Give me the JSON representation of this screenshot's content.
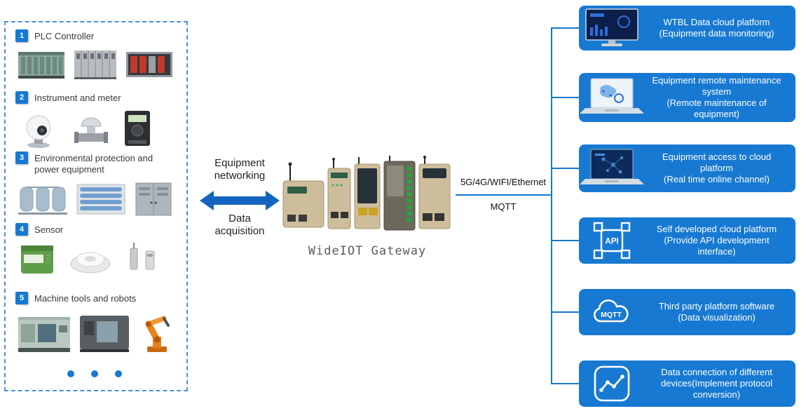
{
  "colors": {
    "primary_blue": "#1778d2",
    "arrow_blue": "#1464c0",
    "box_blue": "#1779d2",
    "dashed_border_blue": "#4b8fd4"
  },
  "left_panel": {
    "categories": [
      {
        "number": "1",
        "label": "PLC Controller",
        "images": [
          "plc-rack-teal",
          "plc-rack-gray",
          "plc-rack-red"
        ]
      },
      {
        "number": "2",
        "label": "Instrument and meter",
        "images": [
          "cctv-camera",
          "control-valve",
          "energy-meter"
        ]
      },
      {
        "number": "3",
        "label": "Environmental protection and power equipment",
        "images": [
          "water-treatment-tanks",
          "membrane-filtration-unit",
          "power-cabinet"
        ]
      },
      {
        "number": "4",
        "label": "Sensor",
        "images": [
          "gas-sensor",
          "smoke-detector",
          "proximity-sensor"
        ]
      },
      {
        "number": "5",
        "label": "Machine tools and robots",
        "images": [
          "cnc-lathe",
          "machining-center",
          "robot-arm"
        ]
      }
    ],
    "pagination_dots": 3
  },
  "middle": {
    "arrow_label_top": "Equipment\nnetworking",
    "arrow_label_bottom": "Data\nacquisition",
    "gateway_label": "WideIOT Gateway",
    "link_label_top": "5G/4G/WIFI/Ethernet",
    "link_label_bottom": "MQTT"
  },
  "right_panel": {
    "boxes": [
      {
        "icon": "desktop-dashboard",
        "title": "WTBL Data cloud platform",
        "subtitle": "(Equipment data monitoring)"
      },
      {
        "icon": "laptop-maintenance",
        "title": "Equipment remote maintenance system",
        "subtitle": "(Remote maintenance of equipment)"
      },
      {
        "icon": "laptop-cloud",
        "title": "Equipment access to cloud platform",
        "subtitle": "(Real time online channel)"
      },
      {
        "icon": "api-chip",
        "icon_label": "API",
        "title": "Self developed cloud platform",
        "subtitle": "(Provide API development interface)"
      },
      {
        "icon": "mqtt-cloud",
        "icon_label": "MQTT",
        "title": "Third party platform software",
        "subtitle": "(Data visualization)"
      },
      {
        "icon": "line-chart",
        "title": "Data connection of different devices(Implement protocol conversion)",
        "subtitle": ""
      }
    ]
  }
}
